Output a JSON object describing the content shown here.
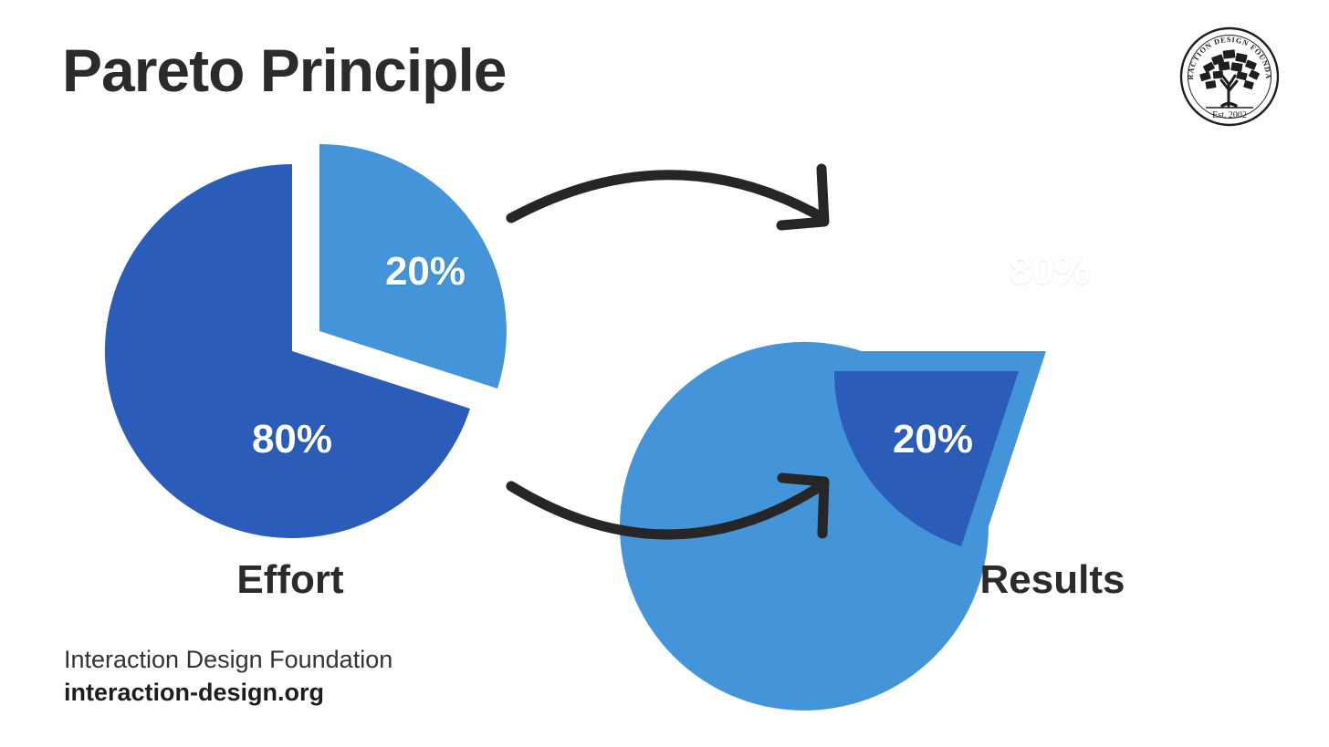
{
  "page": {
    "title": "Pareto Principle",
    "background_color": "#ffffff",
    "title_color": "#2b2b2b"
  },
  "logo": {
    "name": "interaction-design-foundation-seal",
    "arc_text": "INTERACTION DESIGN FOUNDATION",
    "established_text": "Est. 2002",
    "emblem": "tree-of-books",
    "color": "#1f1f1f"
  },
  "colors": {
    "dark_blue": "#2b5cb9",
    "light_blue": "#4394d8",
    "arrow": "#262626",
    "label_text": "#ffffff",
    "caption_text": "#2b2b2b"
  },
  "arrows": [
    {
      "name": "arrow-effort-to-results",
      "direction": "left-to-right",
      "position": "top",
      "color": "#262626"
    },
    {
      "name": "arrow-results-to-effort",
      "direction": "left-to-right",
      "position": "bottom",
      "color": "#262626"
    }
  ],
  "chart_data": [
    {
      "type": "pie",
      "name": "effort-pie",
      "title": "Effort",
      "categories": [
        "80%",
        "20%"
      ],
      "values": [
        80,
        20
      ],
      "labels": [
        "80%",
        "20%"
      ],
      "colors": [
        "#2b5cb9",
        "#4394d8"
      ],
      "exploded_slice": "20%",
      "explode_direction": "up-right",
      "legend": "none",
      "grid": false
    },
    {
      "type": "pie",
      "name": "results-pie",
      "title": "Results",
      "categories": [
        "80%",
        "20%"
      ],
      "values": [
        80,
        20
      ],
      "labels": [
        "80%",
        "20%"
      ],
      "colors": [
        "#4394d8",
        "#2b5cb9"
      ],
      "exploded_slice": "20%",
      "explode_direction": "down-left",
      "legend": "none",
      "grid": false
    }
  ],
  "footer": {
    "organization": "Interaction Design Foundation",
    "url": "interaction-design.org"
  }
}
